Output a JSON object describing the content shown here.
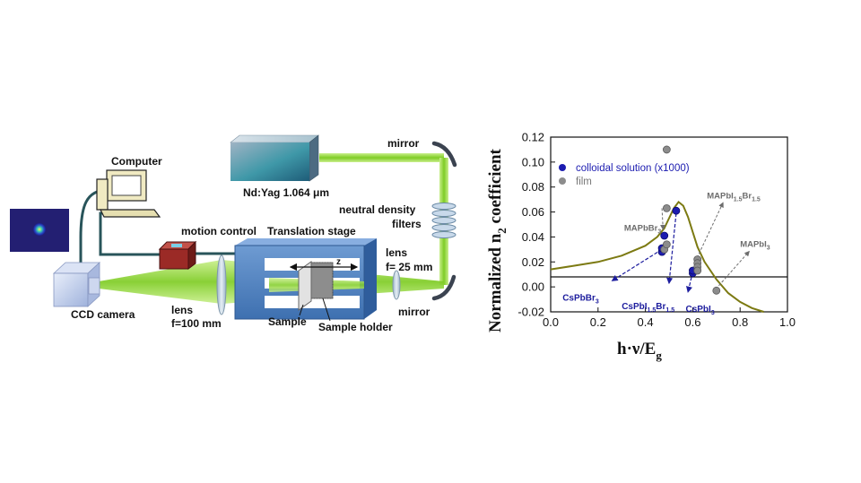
{
  "setup": {
    "labels": {
      "computer": "Computer",
      "motion_control": "motion control",
      "translation_stage": "Translation stage",
      "laser": "Nd:Yag 1.064 μm",
      "mirror_top": "mirror",
      "mirror_bottom": "mirror",
      "nd_filters_line1": "neutral density",
      "nd_filters_line2": "filters",
      "lens_right_line1": "lens",
      "lens_right_line2": "f= 25 mm",
      "lens_left_line1": "lens",
      "lens_left_line2": "f=100 mm",
      "ccd_camera": "CCD camera",
      "sample": "Sample",
      "sample_holder": "Sample holder",
      "z_axis": "z"
    },
    "colors": {
      "beam": "#8fd63a",
      "stage": "#4f83c3",
      "cable": "#28545a",
      "motion_box": "#9b2a26"
    }
  },
  "chart_data": {
    "type": "scatter",
    "xlabel_main": "h·ν/E",
    "xlabel_sub": "g",
    "ylabel_main": "Normalized n",
    "ylabel_sub": "2",
    "ylabel_rest": " coefficient",
    "xlim": [
      0.0,
      1.0
    ],
    "ylim": [
      -0.02,
      0.12
    ],
    "xticks": [
      "0.0",
      "0.2",
      "0.4",
      "0.6",
      "0.8",
      "1.0"
    ],
    "yticks": [
      "-0.02",
      "0.00",
      "0.02",
      "0.04",
      "0.06",
      "0.08",
      "0.10",
      "0.12"
    ],
    "xtick_values": [
      0.0,
      0.2,
      0.4,
      0.6,
      0.8,
      1.0
    ],
    "ytick_values": [
      -0.02,
      0.0,
      0.02,
      0.04,
      0.06,
      0.08,
      0.1,
      0.12
    ],
    "zero_line": 0.008,
    "legend": [
      {
        "name": "colloidal solution (x1000)",
        "color": "#1c1cb0",
        "marker": "circle"
      },
      {
        "name": "film",
        "color": "#8c8c8c",
        "marker": "circle"
      }
    ],
    "series": [
      {
        "name": "colloidal solution (x1000)",
        "color": "#1c1cb0",
        "points": [
          [
            0.47,
            0.028
          ],
          [
            0.47,
            0.031
          ],
          [
            0.48,
            0.041
          ],
          [
            0.53,
            0.061
          ],
          [
            0.6,
            0.011
          ],
          [
            0.6,
            0.013
          ]
        ]
      },
      {
        "name": "film",
        "color": "#8c8c8c",
        "points": [
          [
            0.49,
            0.11
          ],
          [
            0.49,
            0.063
          ],
          [
            0.48,
            0.03
          ],
          [
            0.49,
            0.034
          ],
          [
            0.62,
            0.022
          ],
          [
            0.62,
            0.019
          ],
          [
            0.62,
            0.016
          ],
          [
            0.62,
            0.013
          ],
          [
            0.7,
            -0.003
          ]
        ]
      }
    ],
    "model_curve": {
      "color": "#7c7a12",
      "points": [
        [
          0.0,
          0.014
        ],
        [
          0.1,
          0.017
        ],
        [
          0.2,
          0.02
        ],
        [
          0.3,
          0.025
        ],
        [
          0.4,
          0.033
        ],
        [
          0.45,
          0.04
        ],
        [
          0.48,
          0.047
        ],
        [
          0.5,
          0.055
        ],
        [
          0.52,
          0.063
        ],
        [
          0.54,
          0.068
        ],
        [
          0.56,
          0.065
        ],
        [
          0.58,
          0.056
        ],
        [
          0.6,
          0.044
        ],
        [
          0.62,
          0.032
        ],
        [
          0.65,
          0.02
        ],
        [
          0.7,
          0.006
        ],
        [
          0.75,
          -0.005
        ],
        [
          0.8,
          -0.012
        ],
        [
          0.85,
          -0.017
        ],
        [
          0.9,
          -0.02
        ]
      ]
    },
    "annotations": [
      {
        "name": "label-mapbbr3",
        "text": "MAPbBr",
        "sub": "3",
        "color": "grey",
        "tx": 0.31,
        "ty": 0.045,
        "ax": 0.47,
        "ay": 0.063,
        "head": "end"
      },
      {
        "name": "label-mapbi-br",
        "text": "MAPbI",
        "sub": "1.5",
        "text2": "Br",
        "sub2": "1.5",
        "color": "grey",
        "tx": 0.66,
        "ty": 0.071,
        "ax": 0.61,
        "ay": 0.02,
        "head": "start"
      },
      {
        "name": "label-mapbi3",
        "text": "MAPbI",
        "sub": "3",
        "color": "grey",
        "tx": 0.8,
        "ty": 0.032,
        "ax": 0.71,
        "ay": 0.001,
        "head": "start"
      },
      {
        "name": "label-cspbbr3",
        "text": "CsPbBr",
        "sub": "3",
        "color": "blue",
        "tx": 0.05,
        "ty": -0.011,
        "ax": 0.47,
        "ay": 0.03,
        "head": "start",
        "hx": 0.26,
        "hy": 0.005
      },
      {
        "name": "label-cspbi-br",
        "text": "CsPbI",
        "sub": "1.5",
        "text2": "Br",
        "sub2": "1.5",
        "color": "blue",
        "tx": 0.3,
        "ty": -0.018,
        "ax": 0.53,
        "ay": 0.059,
        "head": "start",
        "hx": 0.5,
        "hy": 0.003
      },
      {
        "name": "label-cspbi3",
        "text": "CsPbI",
        "sub": "3",
        "color": "blue",
        "tx": 0.57,
        "ty": -0.02,
        "ax": 0.6,
        "ay": 0.012,
        "head": "start",
        "hx": 0.58,
        "hy": -0.004
      }
    ]
  }
}
